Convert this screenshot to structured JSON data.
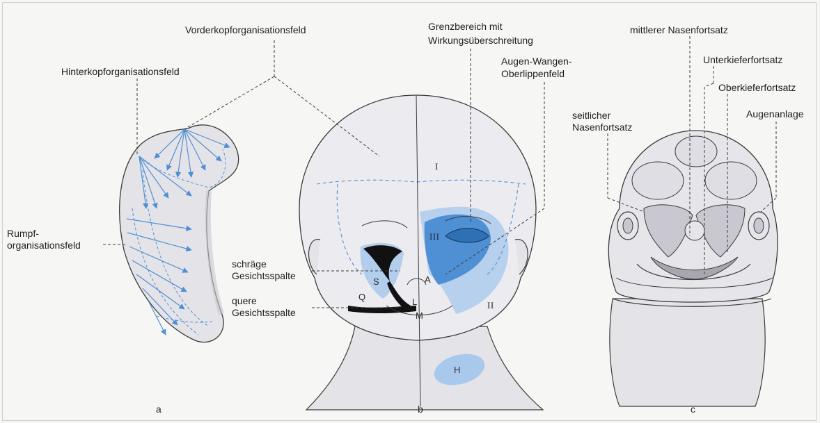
{
  "colors": {
    "line": "#3a3a3a",
    "skin": "#e4e3e8",
    "shadow": "#c9c7cf",
    "blue": "#4f8fd4",
    "blue_light": "#a9c9ec",
    "dark": "#111111"
  },
  "labels": {
    "vorderkopf": "Vorderkopforganisationsfeld",
    "hinterkopf": "Hinterkopforganisationsfeld",
    "rumpf_1": "Rumpf-",
    "rumpf_2": "organisationsfeld",
    "grenz_1": "Grenzbereich mit",
    "grenz_2": "Wirkungsüberschreitung",
    "augen_1": "Augen-Wangen-",
    "augen_2": "Oberlippenfeld",
    "schraege_1": "schräge",
    "schraege_2": "Gesichtsspalte",
    "quere_1": "quere",
    "quere_2": "Gesichtsspalte",
    "mittlerer": "mittlerer Nasenfortsatz",
    "unterkiefer": "Unterkieferfortsatz",
    "seitlicher_1": "seitlicher",
    "seitlicher_2": "Nasenfortsatz",
    "oberkiefer": "Oberkieferfortsatz",
    "augenanlage": "Augenanlage"
  },
  "face_letters": {
    "I": "I",
    "II": "II",
    "III": "III",
    "S": "S",
    "A": "A",
    "Q": "Q",
    "L": "L",
    "M": "M",
    "H": "H"
  },
  "panels": {
    "a": "a",
    "b": "b",
    "c": "c"
  }
}
